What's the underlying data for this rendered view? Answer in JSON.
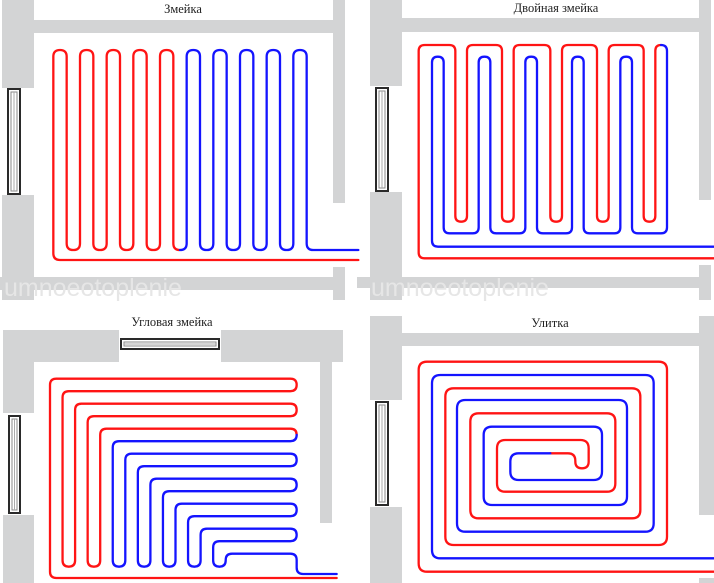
{
  "colors": {
    "supply": "#ff1414",
    "return": "#1414ff",
    "wall": "#d3d4d5"
  },
  "panels": [
    {
      "title": "Змейка",
      "watermark": "umnoeotoplenie"
    },
    {
      "title": "Двойная змейка",
      "watermark": "umnoeotoplenie"
    },
    {
      "title": "Угловая змейка"
    },
    {
      "title": "Улитка"
    }
  ]
}
